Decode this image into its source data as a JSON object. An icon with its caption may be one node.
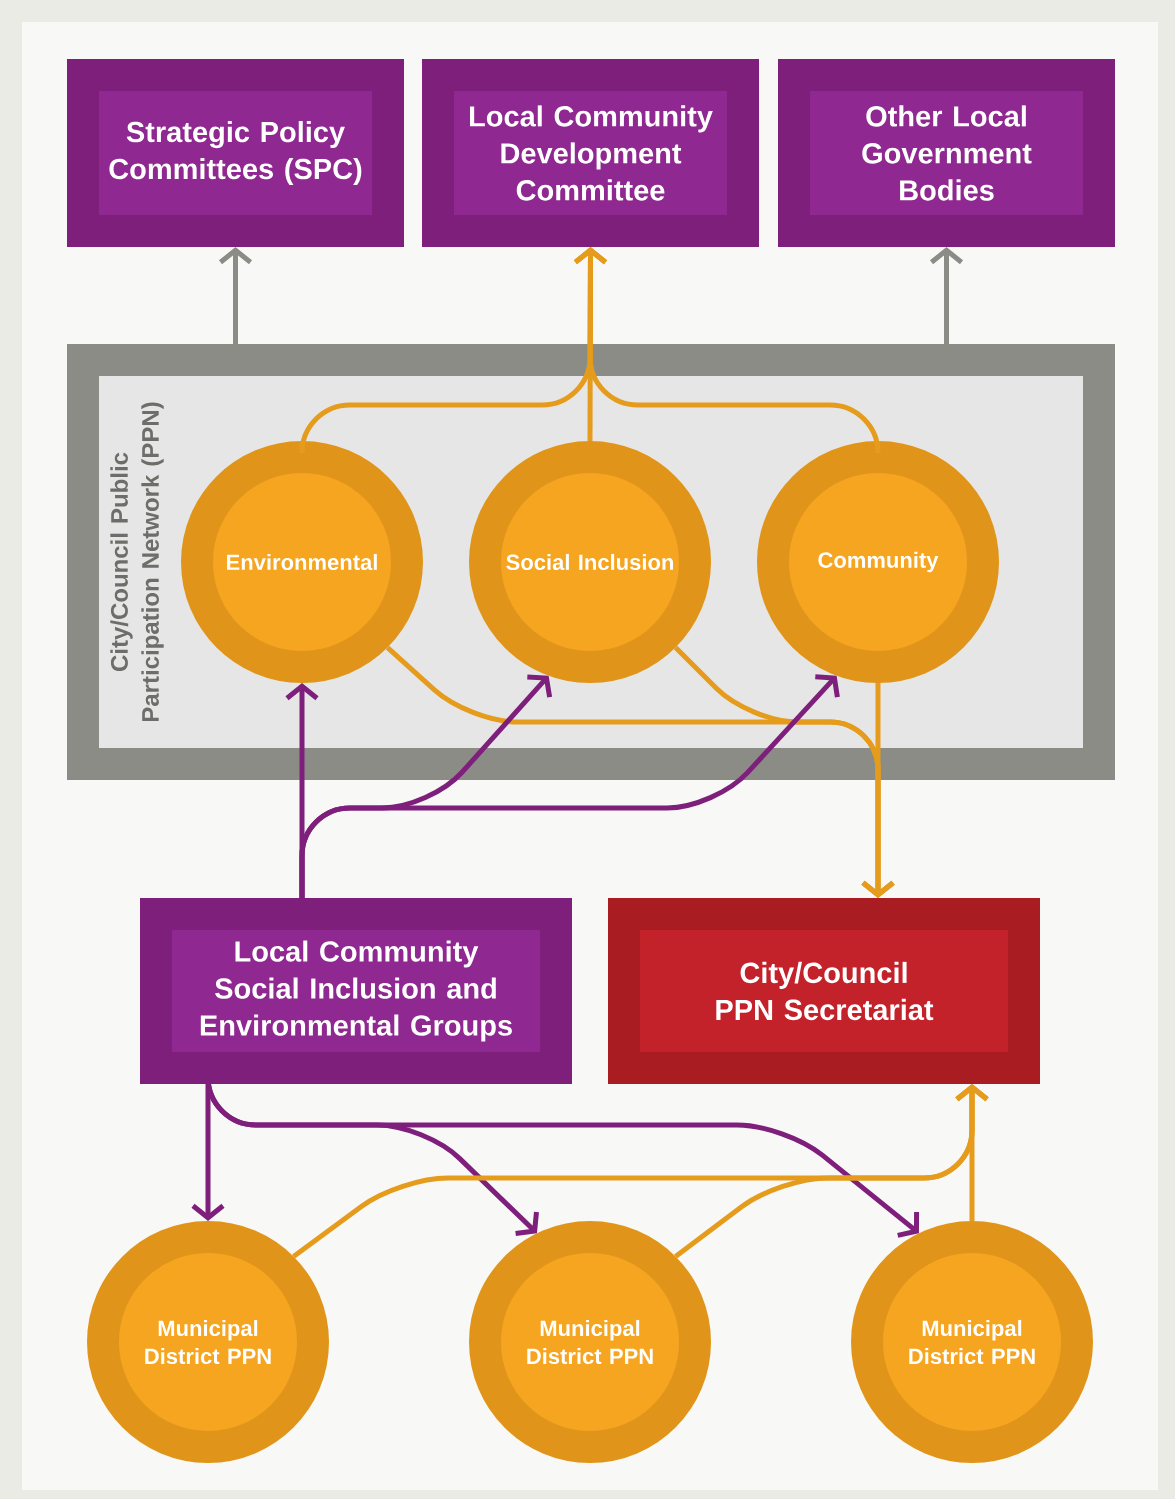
{
  "diagram": {
    "nodes": [
      {
        "text": [
          "Strategic Policy Committees (SPC)"
        ]
      },
      {
        "text": [
          "Local Community Development Committee"
        ]
      },
      {
        "text": [
          "Other Local Government Bodies"
        ]
      },
      {
        "text": [
          "City/Council Public Participation Network (PPN)"
        ]
      },
      {
        "text": [
          "Environmental"
        ],
        "in": 3
      },
      {
        "text": [
          "Social Inclusion"
        ],
        "in": 3
      },
      {
        "text": [
          "Community"
        ],
        "in": 3
      },
      {
        "text": [
          "Local Community Social Inclusion and Environmental Groups"
        ]
      },
      {
        "text": [
          "City/Council PPN Secretariat"
        ]
      },
      {
        "text": [
          "Municipal District PPN"
        ]
      },
      {
        "text": [
          "Municipal District PPN"
        ]
      },
      {
        "text": [
          "Municipal District PPN"
        ]
      }
    ],
    "edges": [
      {
        "from": 3,
        "to": 0,
        "arrow": "to",
        "color": "#8c8c87"
      },
      {
        "from": 3,
        "to": 2,
        "arrow": "to",
        "color": "#8c8c87"
      },
      {
        "from": 5,
        "to": 1,
        "arrow": "to"
      },
      {
        "from": 4,
        "to": 1,
        "arrow": "to"
      },
      {
        "from": 6,
        "to": 1,
        "arrow": "to"
      },
      {
        "from": 4,
        "to": 8,
        "arrow": "to"
      },
      {
        "from": 5,
        "to": 8,
        "arrow": "to"
      },
      {
        "from": 6,
        "to": 8,
        "arrow": "to"
      },
      {
        "from": 7,
        "to": 4,
        "arrow": "to",
        "color": "#7e1f7c"
      },
      {
        "from": 7,
        "to": 5,
        "arrow": "to",
        "color": "#7e1f7c"
      },
      {
        "from": 7,
        "to": 6,
        "arrow": "to",
        "color": "#7e1f7c"
      },
      {
        "from": 7,
        "to": 9,
        "arrow": "to",
        "color": "#7e1f7c"
      },
      {
        "from": 7,
        "to": 10,
        "arrow": "to",
        "color": "#7e1f7c"
      },
      {
        "from": 7,
        "to": 11,
        "arrow": "to",
        "color": "#7e1f7c"
      },
      {
        "from": 9,
        "to": 8,
        "arrow": "to"
      },
      {
        "from": 10,
        "to": 8,
        "arrow": "to"
      },
      {
        "from": 11,
        "to": 8,
        "arrow": "to"
      }
    ]
  }
}
